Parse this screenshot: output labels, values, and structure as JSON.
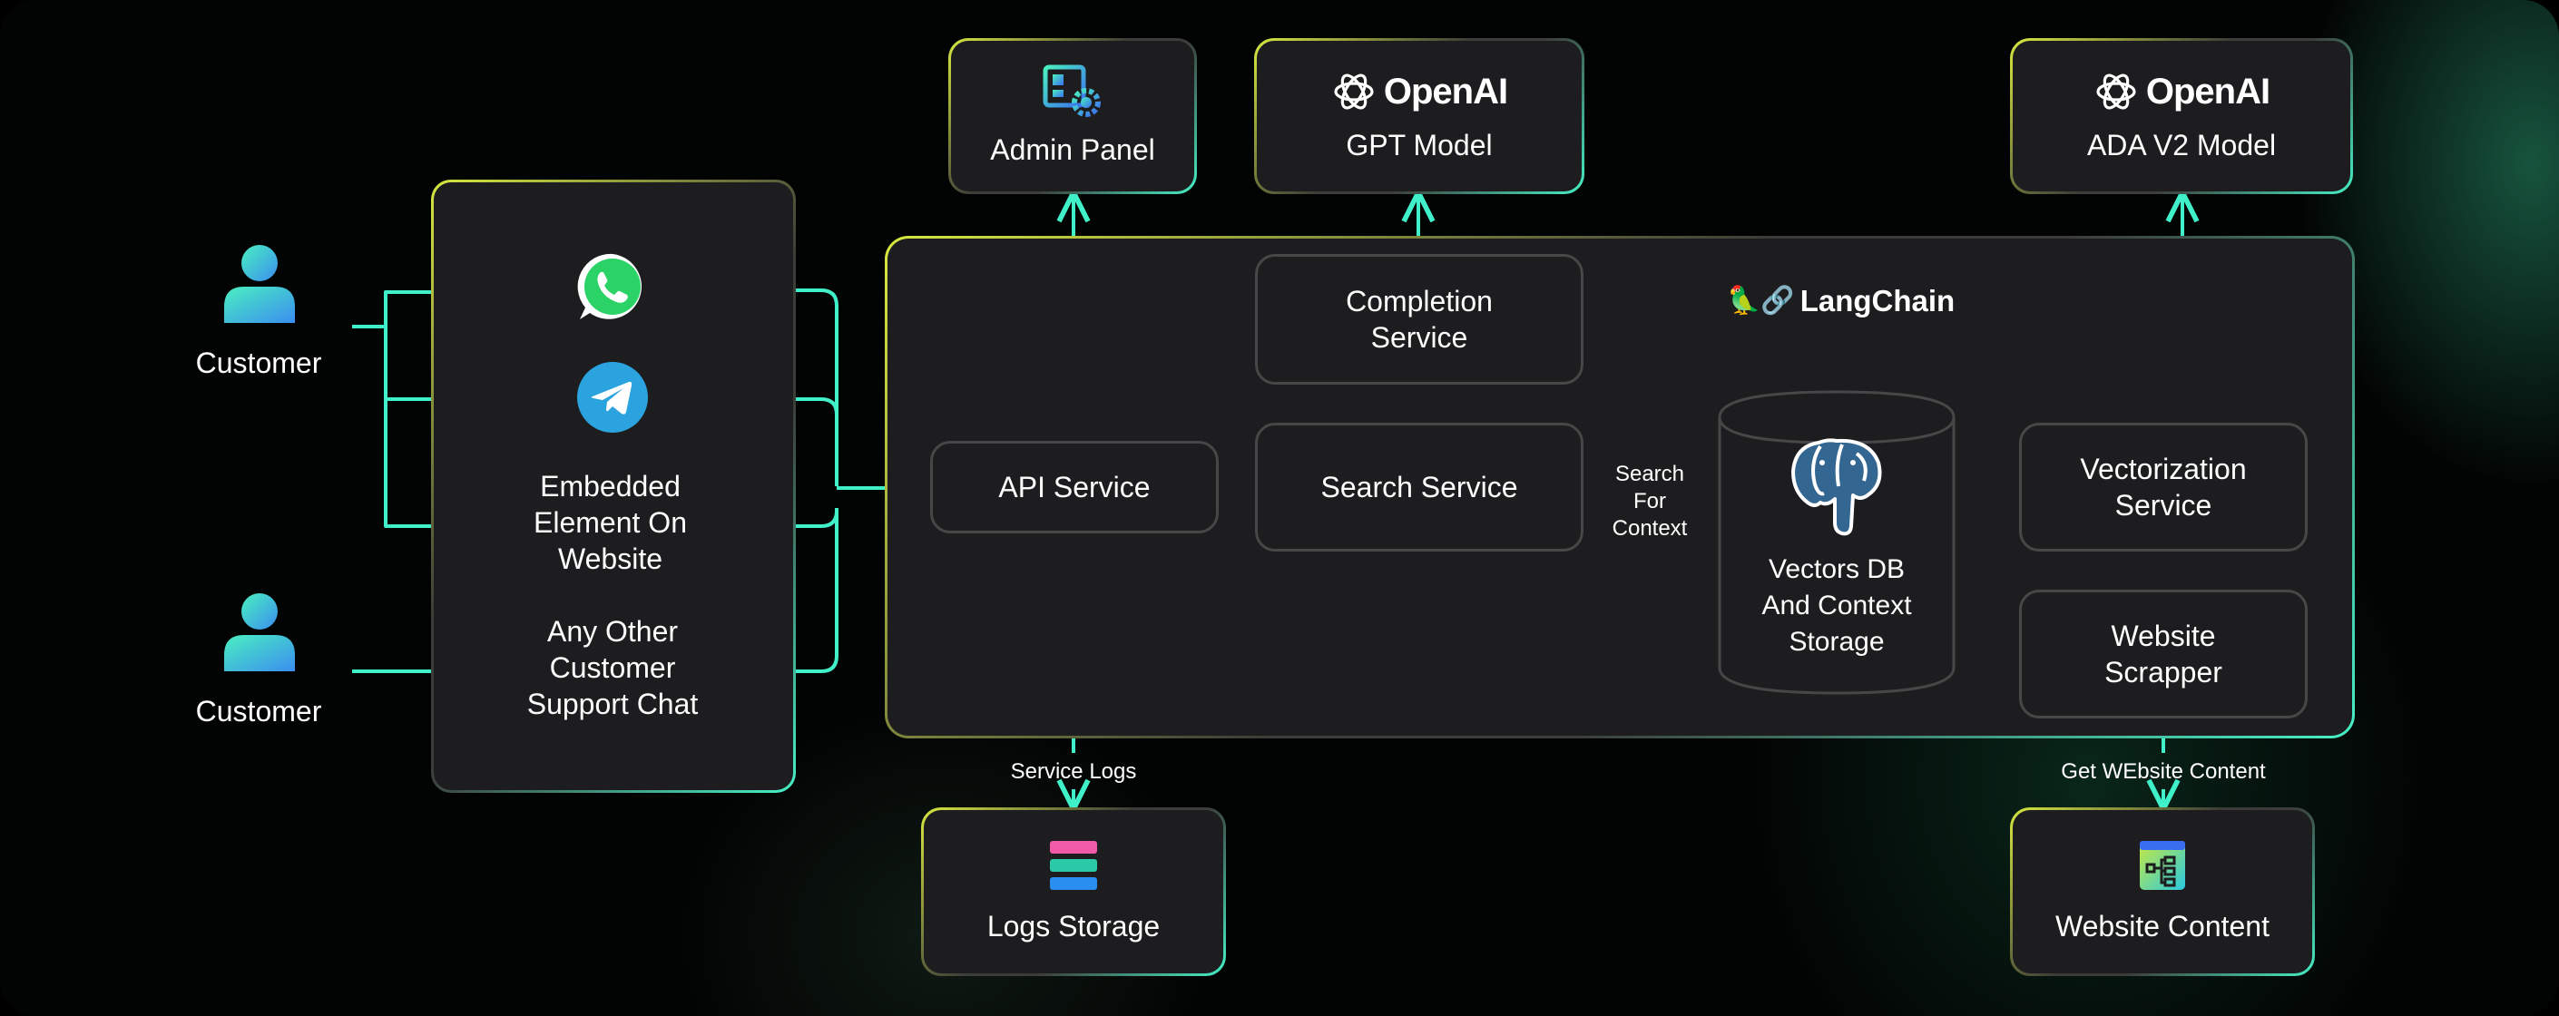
{
  "customers": {
    "top_label": "Customer",
    "bottom_label": "Customer",
    "icon": "person-icon"
  },
  "channels": {
    "whatsapp_icon": "whatsapp-icon",
    "telegram_icon": "telegram-icon",
    "embedded_line1": "Embedded",
    "embedded_line2": "Element On",
    "embedded_line3": "Website",
    "other_line1": "Any Other",
    "other_line2": "Customer",
    "other_line3": "Support Chat"
  },
  "top_services": {
    "admin_panel": "Admin Panel",
    "openai_brand_1": "OpenAI",
    "gpt_model": "GPT Model",
    "openai_brand_2": "OpenAI",
    "ada_model": "ADA V2 Model"
  },
  "core": {
    "completion_line1": "Completion",
    "completion_line2": "Service",
    "langchain": "LangChain",
    "api_service": "API Service",
    "search_service": "Search Service",
    "search_ctx_line1": "Search",
    "search_ctx_line2": "For",
    "search_ctx_line3": "Context",
    "vectors_line1": "Vectors DB",
    "vectors_line2": "And Context",
    "vectors_line3": "Storage",
    "vectorization_line1": "Vectorization",
    "vectorization_line2": "Service",
    "scrapper_line1": "Website",
    "scrapper_line2": "Scrapper"
  },
  "bottom_services": {
    "service_logs": "Service Logs",
    "logs_storage": "Logs Storage",
    "get_content": "Get WEbsite Content",
    "website_content": "Website Content"
  },
  "colors": {
    "connector": "#3ff0c8",
    "border_yellow": "#d8e940",
    "box_fill": "#1d1d1f",
    "whatsapp": "#2bd366",
    "telegram": "#2aa3df",
    "postgres": "#336791"
  }
}
